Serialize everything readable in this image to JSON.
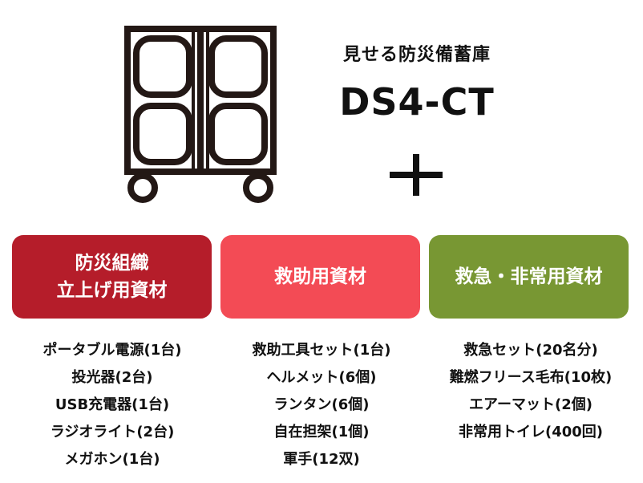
{
  "header": {
    "subtitle": "見せる防災備蓄庫",
    "model": "DS4-CT"
  },
  "icons": {
    "cabinet": "storage-cabinet-on-wheels-icon",
    "plus": "plus-icon"
  },
  "colors": {
    "dark": "#231815",
    "red": "#b51d2a",
    "pink": "#f34b55",
    "green": "#789733"
  },
  "categories": [
    {
      "title_lines": [
        "防災組織",
        "立上げ用資材"
      ],
      "items": [
        "ポータブル電源(1台)",
        "投光器(2台)",
        "USB充電器(1台)",
        "ラジオライト(2台)",
        "メガホン(1台)"
      ]
    },
    {
      "title_lines": [
        "救助用資材"
      ],
      "items": [
        "救助工具セット(1台)",
        "ヘルメット(6個)",
        "ランタン(6個)",
        "自在担架(1個)",
        "軍手(12双)"
      ]
    },
    {
      "title_lines": [
        "救急・非常用資材"
      ],
      "items": [
        "救急セット(20名分)",
        "難燃フリース毛布(10枚)",
        "エアーマット(2個)",
        "非常用トイレ(400回)"
      ]
    }
  ]
}
